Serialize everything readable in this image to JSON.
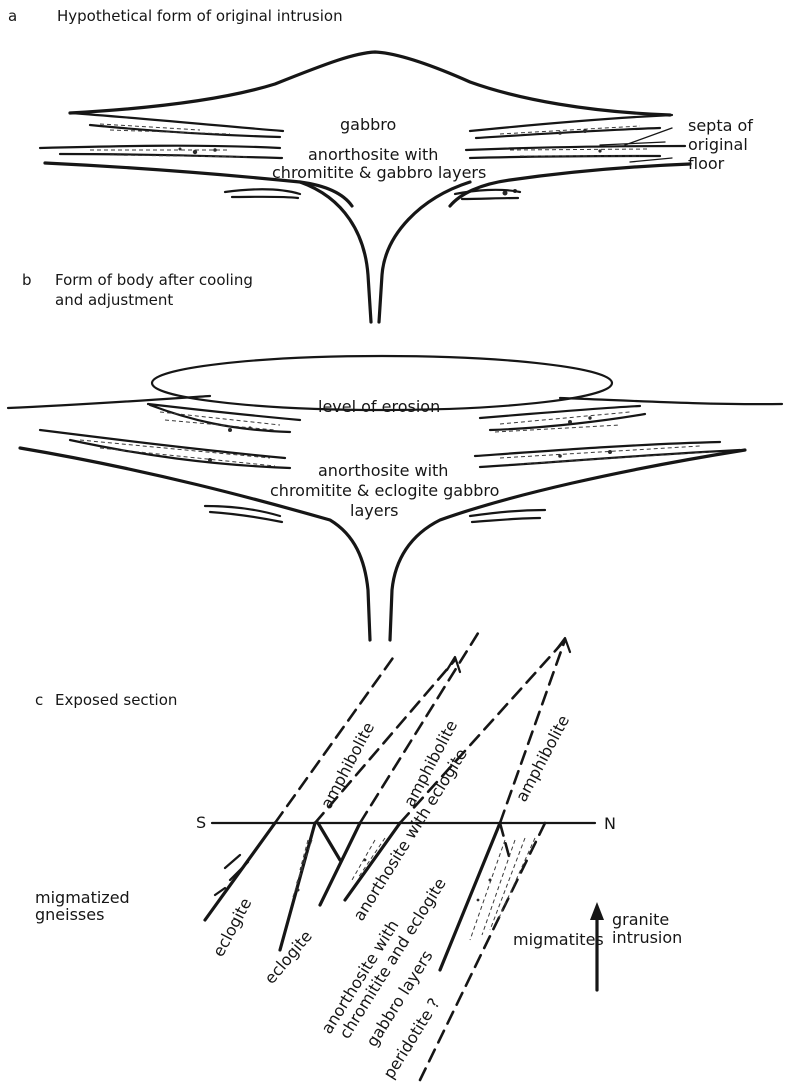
{
  "panel_a": {
    "letter": "a",
    "title": "Hypothetical form of original intrusion",
    "gabbro": "gabbro",
    "anorthosite_line1": "anorthosite with",
    "anorthosite_line2": "chromitite & gabbro layers",
    "septa_line1": "septa of",
    "septa_line2": "original",
    "septa_line3": "floor"
  },
  "panel_b": {
    "letter": "b",
    "title_line1": "Form of body after cooling",
    "title_line2": "and adjustment",
    "level_of_erosion": "level of erosion",
    "anorthosite_line1": "anorthosite with",
    "anorthosite_line2": "chromitite & eclogite gabbro",
    "anorthosite_line3": "layers"
  },
  "panel_c": {
    "letter": "c",
    "title": "Exposed section",
    "south": "S",
    "north": "N",
    "migmatized_line1": "migmatized",
    "migmatized_line2": "gneisses",
    "eclogite_1": "eclogite",
    "eclogite_2": "eclogite",
    "amphibolite_1": "amphibolite",
    "amphibolite_2": "amphibolite",
    "amphibolite_3": "amphibolite",
    "anorthosite_1": "anorthosite with eclogite",
    "anorthosite_2": "anorthosite with",
    "anorthosite_3": "chromitite and eclogite",
    "anorthosite_4": "gabbro layers",
    "migmatites": "migmatites",
    "peridotite": "peridotite ?",
    "granite_line1": "granite",
    "granite_line2": "intrusion"
  }
}
